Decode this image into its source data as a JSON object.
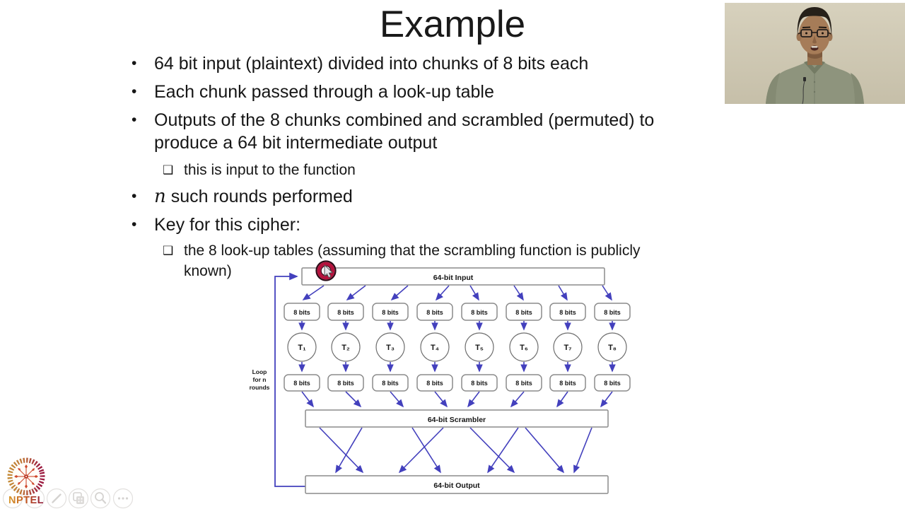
{
  "slide": {
    "title": "Example",
    "bullet_glyph": "•",
    "sub_bullet_glyph": "❑",
    "bullets": [
      {
        "text": "64 bit input (plaintext) divided into chunks of 8 bits each"
      },
      {
        "text": "Each chunk passed through a look-up table"
      },
      {
        "text": "Outputs of the 8 chunks combined and scrambled (permuted) to\nproduce a 64 bit intermediate output"
      },
      {
        "text": "this is input to the function"
      },
      {
        "math_var": "n",
        "text": " such rounds performed"
      },
      {
        "text": "Key for this cipher:"
      },
      {
        "text": "the 8 look-up tables (assuming that the scrambling function is publicly\nknown)"
      }
    ]
  },
  "diagram": {
    "input_label": "64-bit Input",
    "chunk_label": "8 bits",
    "tables": [
      "T₁",
      "T₂",
      "T₃",
      "T₄",
      "T₅",
      "T₆",
      "T₇",
      "T₈"
    ],
    "scrambler_label": "64-bit Scrambler",
    "output_label": "64-bit Output",
    "loop_label_lines": [
      "Loop",
      "for n",
      "rounds"
    ],
    "arrow_color": "#4340bd",
    "box_border_color": "#8c8c8c",
    "cursor_ring_color": "#b5123d"
  },
  "footer": {
    "logo_text": "NPTEL",
    "logo_colors": {
      "ring_left": "#c6913c",
      "ring_right": "#9c1b40",
      "flower": "#cf4a2e"
    },
    "toolbar_icons": [
      "pen-icon",
      "frames-icon",
      "search-icon",
      "more-icon"
    ]
  }
}
